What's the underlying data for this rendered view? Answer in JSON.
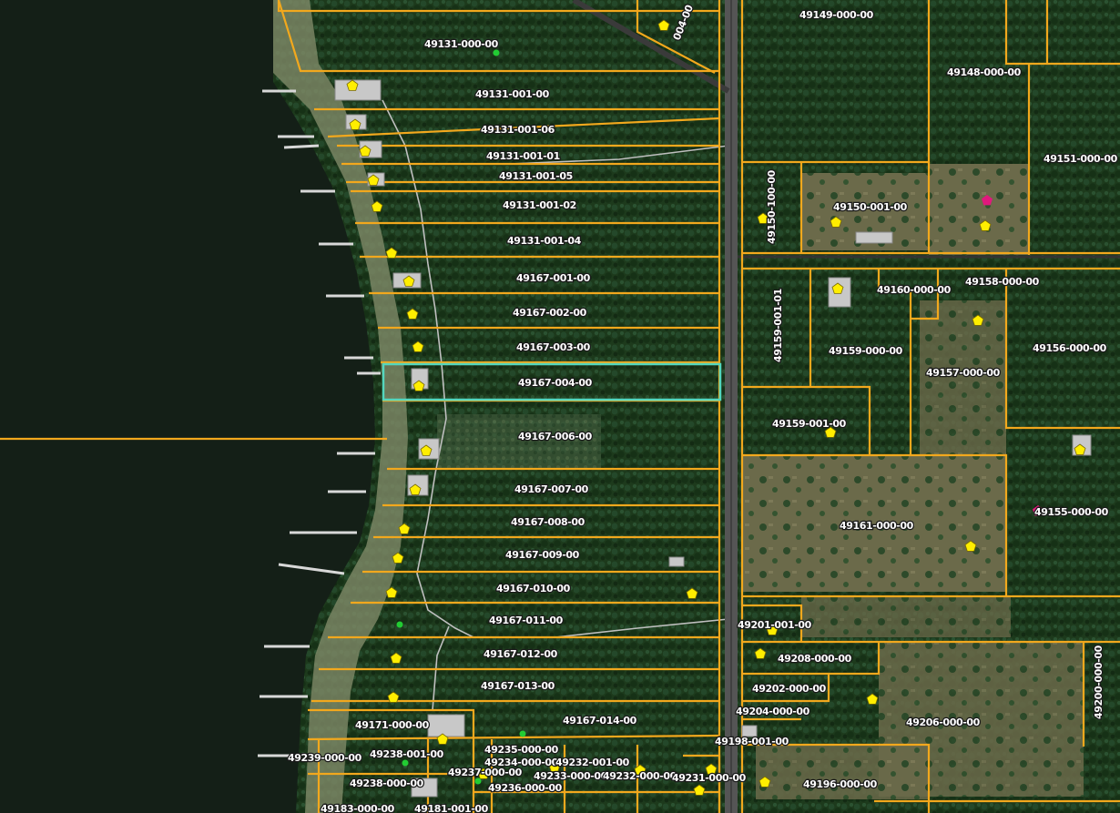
{
  "map": {
    "highlighted_parcel": "49167-004-00",
    "colors": {
      "parcel_line": "#f2a81d",
      "highlight_line": "#54d6bd",
      "marker": "#ffee00",
      "marker_alt": "#e0197d",
      "water": "#141f17",
      "highway": "#555555"
    },
    "icons": [
      "building-marker-icon",
      "tree-marker-icon"
    ],
    "labels": [
      {
        "text": "49131-000-00"
      },
      {
        "text": "49131-001-00"
      },
      {
        "text": "49131-001-06"
      },
      {
        "text": "49131-001-01"
      },
      {
        "text": "49131-001-05"
      },
      {
        "text": "49131-001-02"
      },
      {
        "text": "49131-001-04"
      },
      {
        "text": "49167-001-00"
      },
      {
        "text": "49167-002-00"
      },
      {
        "text": "49167-003-00"
      },
      {
        "text": "49167-004-00"
      },
      {
        "text": "49167-006-00"
      },
      {
        "text": "49167-007-00"
      },
      {
        "text": "49167-008-00"
      },
      {
        "text": "49167-009-00"
      },
      {
        "text": "49167-010-00"
      },
      {
        "text": "49167-011-00"
      },
      {
        "text": "49167-012-00"
      },
      {
        "text": "49167-013-00"
      },
      {
        "text": "49167-014-00"
      },
      {
        "text": "49171-000-00"
      },
      {
        "text": "49235-000-00"
      },
      {
        "text": "49234-000-00"
      },
      {
        "text": "49232-001-00"
      },
      {
        "text": "49233-000-00"
      },
      {
        "text": "49232-000-00"
      },
      {
        "text": "49231-000-00"
      },
      {
        "text": "49237-000-00"
      },
      {
        "text": "49236-000-00"
      },
      {
        "text": "49238-001-00"
      },
      {
        "text": "49239-000-00"
      },
      {
        "text": "49238-000-00"
      },
      {
        "text": "49149-000-00"
      },
      {
        "text": "49148-000-00"
      },
      {
        "text": "49151-000-00"
      },
      {
        "text": "49150-001-00"
      },
      {
        "text": "49150-100-00"
      },
      {
        "text": "49160-000-00"
      },
      {
        "text": "49158-000-00"
      },
      {
        "text": "49159-001-01"
      },
      {
        "text": "49159-000-00"
      },
      {
        "text": "49157-000-00"
      },
      {
        "text": "49156-000-00"
      },
      {
        "text": "49159-001-00"
      },
      {
        "text": "49161-000-00"
      },
      {
        "text": "49155-000-00"
      },
      {
        "text": "49201-001-00"
      },
      {
        "text": "49208-000-00"
      },
      {
        "text": "49202-000-00"
      },
      {
        "text": "49204-000-00"
      },
      {
        "text": "49198-001-00"
      },
      {
        "text": "49206-000-00"
      },
      {
        "text": "49200-000-00"
      },
      {
        "text": "49196-000-00"
      },
      {
        "text": "004-00"
      },
      {
        "text": "49183-000-00"
      },
      {
        "text": "49181-001-00"
      }
    ]
  }
}
